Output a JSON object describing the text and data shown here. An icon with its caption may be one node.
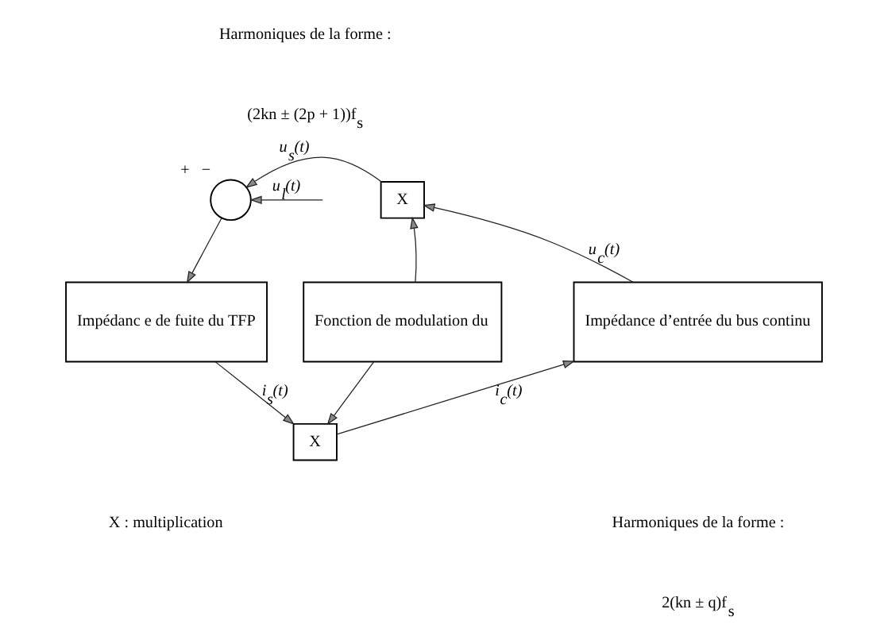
{
  "diagram": {
    "nodes": [
      {
        "text": [],
        "shape": "circle",
        "beside": [
          "+",
          "−"
        ]
      },
      {
        "text": [
          "X"
        ]
      },
      {
        "text": [
          "Impédanc e de fuite du TFP"
        ]
      },
      {
        "text": [
          "Fonction de modulation du"
        ]
      },
      {
        "text": [
          "Impédance d’entrée du bus continu"
        ]
      },
      {
        "text": [
          "X"
        ]
      }
    ],
    "edges": [
      {
        "from": null,
        "to": 0,
        "arrow": "to",
        "label": "u$_{l}$(t)"
      },
      {
        "from": 1,
        "to": 0,
        "arrow": "to",
        "label": "u$_{s}$(t)"
      },
      {
        "from": 0,
        "to": 2,
        "arrow": "to"
      },
      {
        "from": 3,
        "to": 1,
        "arrow": "to"
      },
      {
        "from": 4,
        "to": 1,
        "arrow": "to",
        "label": "u$_{c}$(t)"
      },
      {
        "from": 2,
        "to": 5,
        "arrow": "to",
        "label": "i$_{s}$(t)"
      },
      {
        "from": 3,
        "to": 5,
        "arrow": "to"
      },
      {
        "from": 5,
        "to": 4,
        "arrow": "to",
        "label": "i$_{c}$(t)"
      }
    ],
    "labels": [
      "Harmoniques de la forme :",
      "(2kn ± (2p + 1))f$_{s}$",
      "X : multiplication",
      "Harmoniques de la forme :",
      "2(kn ± q)f$_{s}$"
    ]
  }
}
